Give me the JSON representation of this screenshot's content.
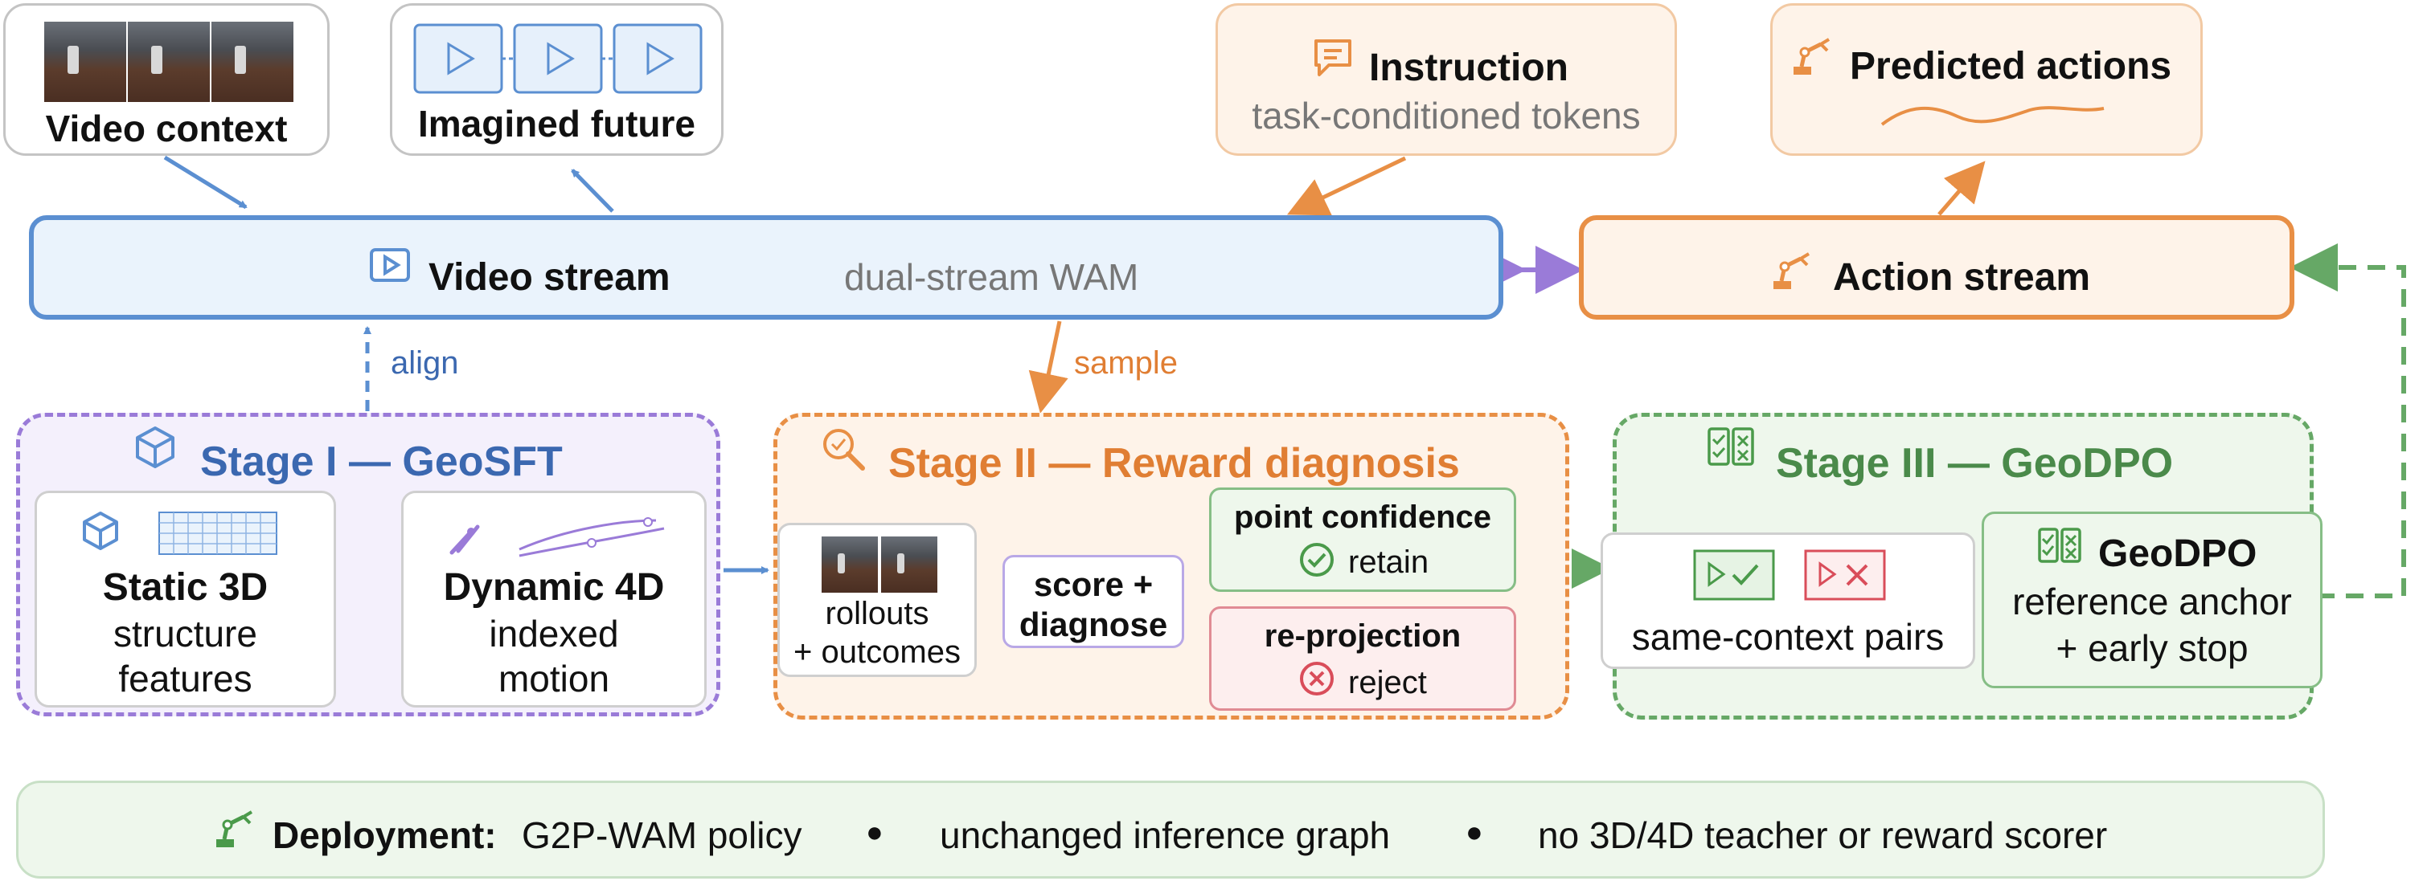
{
  "top": {
    "video_context": "Video context",
    "imagined_future": "Imagined future",
    "instruction_title": "Instruction",
    "instruction_sub": "task-conditioned tokens",
    "predicted_actions": "Predicted actions"
  },
  "streams": {
    "video": "Video stream",
    "dual": "dual-stream WAM",
    "action": "Action stream",
    "align": "align",
    "sample": "sample"
  },
  "stage1": {
    "title": "Stage I — GeoSFT",
    "static_title": "Static 3D",
    "static_l1": "structure",
    "static_l2": "features",
    "dynamic_title": "Dynamic 4D",
    "dynamic_l1": "indexed",
    "dynamic_l2": "motion"
  },
  "stage2": {
    "title": "Stage II — Reward diagnosis",
    "rollouts_l1": "rollouts",
    "rollouts_l2": "+ outcomes",
    "score_l1": "score +",
    "score_l2": "diagnose",
    "confidence_title": "point confidence",
    "confidence_action": "retain",
    "reprojection_title": "re-projection",
    "reprojection_action": "reject"
  },
  "stage3": {
    "title": "Stage III — GeoDPO",
    "pairs": "same-context pairs",
    "geodpo_title": "GeoDPO",
    "geodpo_l1": "reference anchor",
    "geodpo_l2": "+ early stop"
  },
  "deployment": {
    "label": "Deployment:",
    "item1": "G2P-WAM policy",
    "item2": "unchanged inference graph",
    "item3": "no 3D/4D teacher or reward scorer",
    "bullet": "●"
  },
  "colors": {
    "blue": "#5b8fd1",
    "purple": "#9a7bd8",
    "orange": "#e88f45",
    "green": "#66a866",
    "red": "#d94d5a",
    "gray_border": "#c8c8c8"
  },
  "icons": [
    "video-frames-icon",
    "play-icon",
    "chat-icon",
    "robot-arm-icon",
    "cube-icon",
    "grid-icon",
    "trajectory-icon",
    "magnifier-icon",
    "checklist-icon",
    "check-circle-icon",
    "x-circle-icon",
    "bullet-icon"
  ]
}
